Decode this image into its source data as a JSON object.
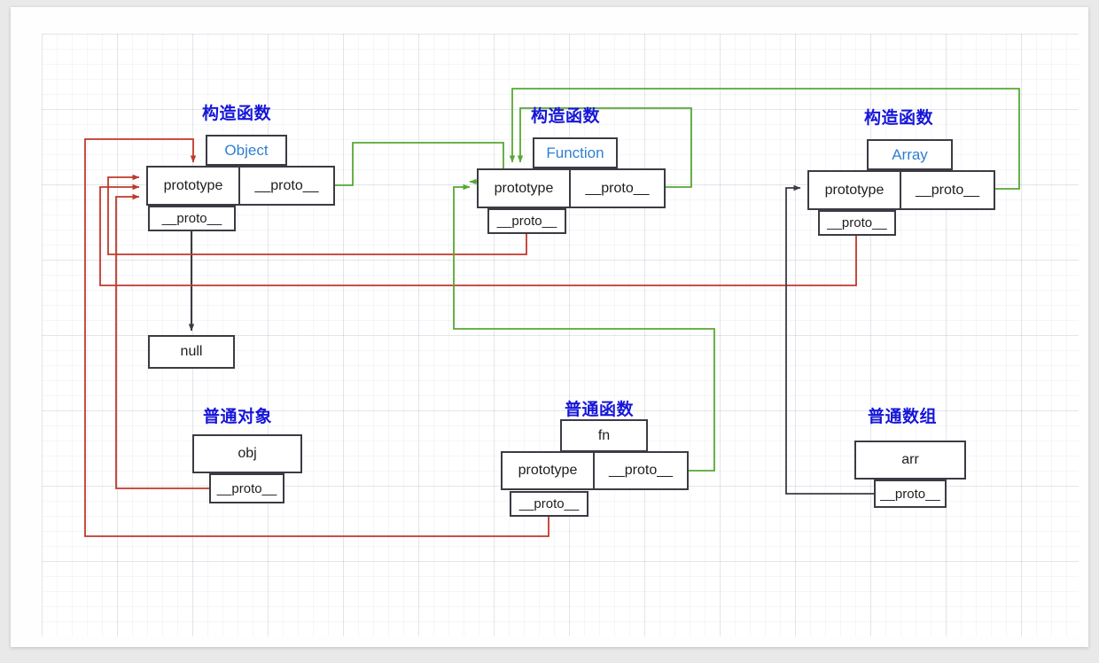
{
  "diagram": {
    "title_color": "#1616d8",
    "ctor_color": "#2f7fd1",
    "edge_colors": {
      "proto_chain_red": "#c0392b",
      "constructor_green": "#57a832",
      "instance_black": "#3b3b44"
    },
    "labels": {
      "prototype": "prototype",
      "proto": "__proto__"
    },
    "groups": [
      {
        "id": "object-ctor",
        "title": "构造函数",
        "ctor_name": "Object",
        "prototype_label": "prototype",
        "proto_label": "__proto__",
        "sub_proto_label": "__proto__"
      },
      {
        "id": "function-ctor",
        "title": "构造函数",
        "ctor_name": "Function",
        "prototype_label": "prototype",
        "proto_label": "__proto__",
        "sub_proto_label": "__proto__"
      },
      {
        "id": "array-ctor",
        "title": "构造函数",
        "ctor_name": "Array",
        "prototype_label": "prototype",
        "proto_label": "__proto__",
        "sub_proto_label": "__proto__"
      },
      {
        "id": "plain-object",
        "title": "普通对象",
        "ctor_name": "obj",
        "sub_proto_label": "__proto__"
      },
      {
        "id": "plain-function",
        "title": "普通函数",
        "ctor_name": "fn",
        "prototype_label": "prototype",
        "proto_label": "__proto__",
        "sub_proto_label": "__proto__"
      },
      {
        "id": "plain-array",
        "title": "普通数组",
        "ctor_name": "arr",
        "sub_proto_label": "__proto__"
      }
    ],
    "null_node": "null"
  }
}
